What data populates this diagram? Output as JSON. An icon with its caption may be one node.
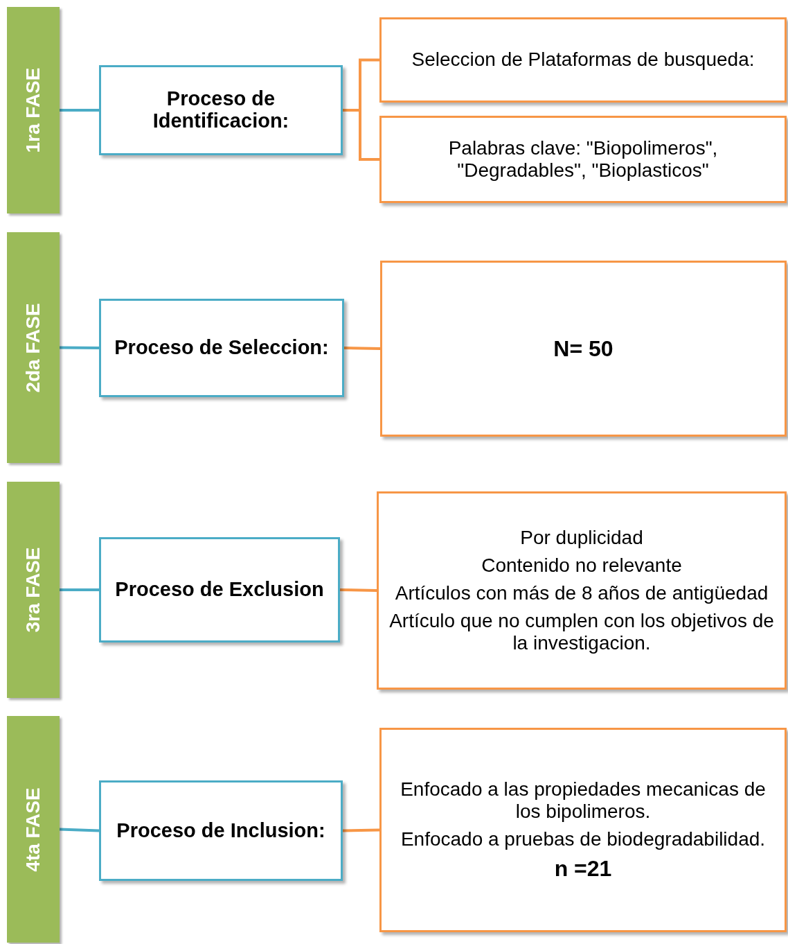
{
  "diagram": {
    "nodes": [
      {
        "text": [
          "1ra FASE"
        ]
      },
      {
        "text": [
          "Proceso de Identificacion:"
        ]
      },
      {
        "text": [
          "Seleccion de Plataformas de busqueda:"
        ]
      },
      {
        "text": [
          "Palabras clave: \"Biopolimeros\", \"Degradables\", \"Bioplasticos\""
        ]
      },
      {
        "text": [
          "2da FASE"
        ]
      },
      {
        "text": [
          "Proceso de Seleccion:"
        ]
      },
      {
        "text": [
          "N= 50"
        ]
      },
      {
        "text": [
          "3ra FASE"
        ]
      },
      {
        "text": [
          "Proceso de Exclusion"
        ]
      },
      {
        "text": [
          "Por duplicidad",
          "Contenido no relevante",
          "Artículos con más de 8 años de antigüedad",
          "Artículo que no cumplen con los objetivos de la investigacion."
        ]
      },
      {
        "text": [
          "4ta FASE"
        ]
      },
      {
        "text": [
          "Proceso de Inclusion:"
        ]
      },
      {
        "text": [
          "Enfocado a las propiedades mecanicas de los bipolimeros.",
          "Enfocado a pruebas de biodegradabilidad.",
          "n =21"
        ]
      }
    ],
    "edges": [
      {
        "from": 0,
        "to": 1,
        "arrow": "none",
        "color": "#4bacc6"
      },
      {
        "from": 1,
        "to": 2,
        "arrow": "none"
      },
      {
        "from": 1,
        "to": 3,
        "arrow": "none"
      },
      {
        "from": 4,
        "to": 5,
        "arrow": "none",
        "color": "#4bacc6"
      },
      {
        "from": 5,
        "to": 6,
        "arrow": "none"
      },
      {
        "from": 7,
        "to": 8,
        "arrow": "none",
        "color": "#4bacc6"
      },
      {
        "from": 8,
        "to": 9,
        "arrow": "none"
      },
      {
        "from": 10,
        "to": 11,
        "arrow": "none",
        "color": "#4bacc6"
      },
      {
        "from": 11,
        "to": 12,
        "arrow": "none"
      }
    ]
  }
}
